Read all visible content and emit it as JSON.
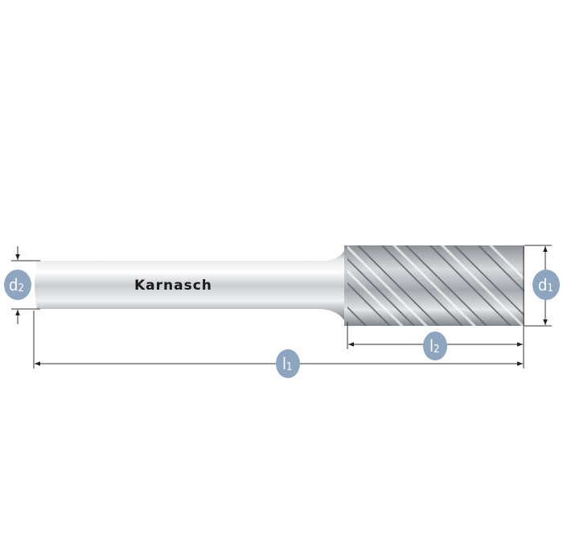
{
  "brand": "Karnasch",
  "dimensions": {
    "d1": {
      "main": "d",
      "sub": "1"
    },
    "d2": {
      "main": "d",
      "sub": "2"
    },
    "l1": {
      "main": "l",
      "sub": "1"
    },
    "l2": {
      "main": "l",
      "sub": "2"
    }
  },
  "colors": {
    "label_circle": "#8ea5bf",
    "dimension_line": "#333333"
  }
}
